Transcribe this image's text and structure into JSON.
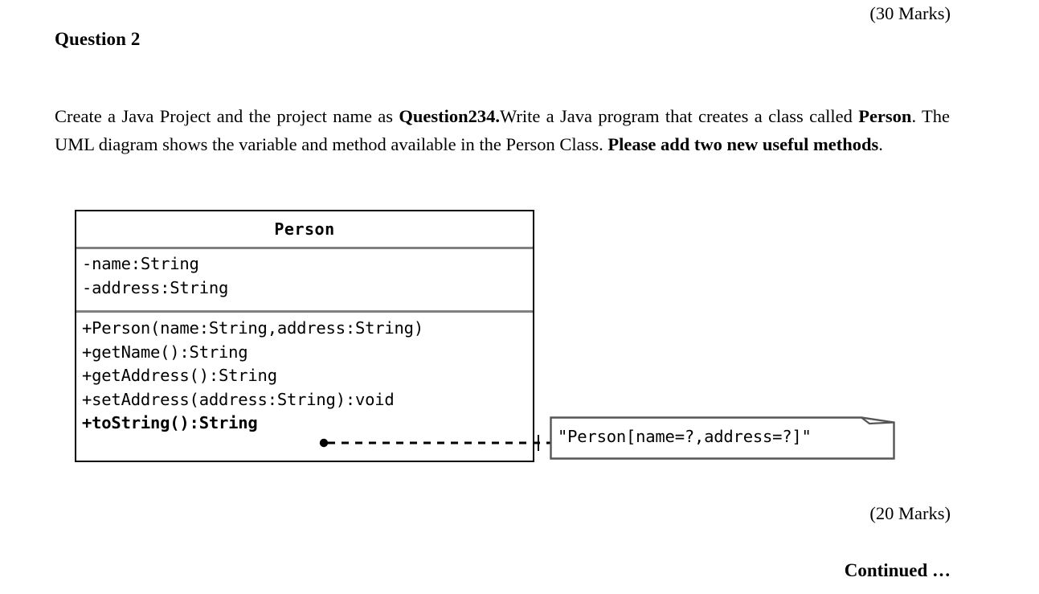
{
  "page": {
    "marks_top": "(30 Marks)",
    "heading": "Question 2",
    "marks_bottom": "(20 Marks)",
    "continued": "Continued …",
    "background_color": "#ffffff",
    "text_color": "#000000"
  },
  "paragraph": {
    "seg1": "Create a Java Project and the project name as ",
    "seg2_bold": "Question234.",
    "seg3": "Write a Java program that creates a class called ",
    "seg4_bold": "Person",
    "seg5": ". The UML diagram shows the variable and method available in the Person Class. ",
    "seg6_bold": "Please add two new useful methods",
    "seg7": "."
  },
  "uml": {
    "class_name": "Person",
    "attributes": [
      "-name:String",
      "-address:String"
    ],
    "methods": [
      {
        "text": "+Person(name:String,address:String)",
        "bold": false
      },
      {
        "text": "+getName():String",
        "bold": false
      },
      {
        "text": "+getAddress():String",
        "bold": false
      },
      {
        "text": "+setAddress(address:String):void",
        "bold": false
      },
      {
        "text": "+toString():String",
        "bold": true
      }
    ],
    "border_color": "#000000",
    "separator_color": "#808080",
    "connector": {
      "style": "dashed",
      "source_marker": "filled-circle",
      "color": "#000000"
    },
    "note": {
      "text": "\"Person[name=?,address=?]\"",
      "border_color": "#555555",
      "folded_corner": true
    }
  }
}
